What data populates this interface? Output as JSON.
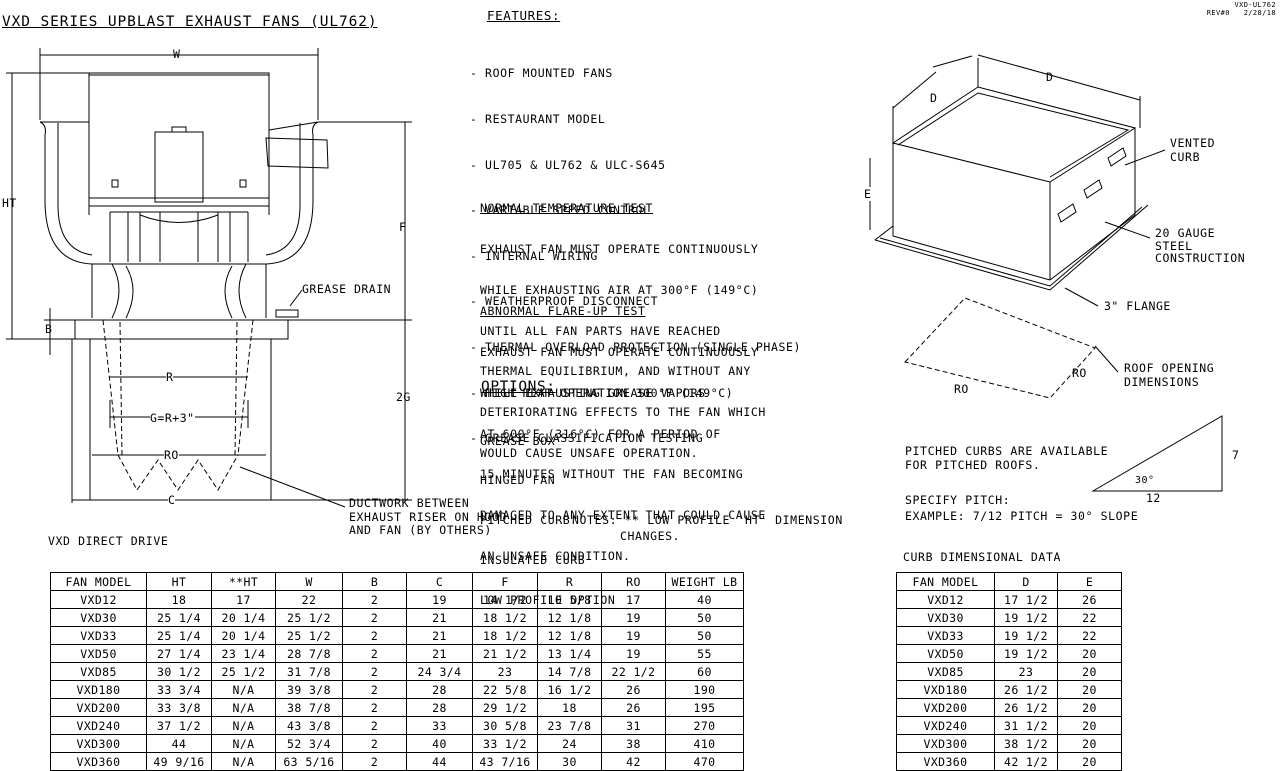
{
  "title": "VXD SERIES UPBLAST EXHAUST FANS (UL762)",
  "rev": {
    "code": "VXD-UL762",
    "rev_date": "REV#0   2/28/18"
  },
  "features": {
    "heading": "FEATURES:",
    "items": [
      "- ROOF MOUNTED FANS",
      "- RESTAURANT MODEL",
      "- UL705 & UL762 & ULC-S645",
      "- VARIABLE SPEED CONTROL",
      "- INTERNAL WIRING",
      "- WEATHERPROOF DISCONNECT",
      "- THERMAL OVERLOAD PROTECTION (SINGLE PHASE)",
      "- HIGH HEAT OPERATION 300°F (149°C)",
      "- GREASE CLASSIFICATION TESTING"
    ]
  },
  "normal_test": {
    "heading": "NORMAL TEMPERATURE TEST",
    "lines": [
      "EXHAUST FAN MUST OPERATE CONTINUOUSLY",
      "WHILE EXHAUSTING AIR AT 300°F (149°C)",
      "UNTIL ALL FAN PARTS HAVE REACHED",
      "THERMAL EQUILIBRIUM, AND WITHOUT ANY",
      "DETERIORATING EFFECTS TO THE FAN WHICH",
      "WOULD CAUSE UNSAFE OPERATION."
    ]
  },
  "abnormal_test": {
    "heading": "ABNORMAL FLARE-UP TEST",
    "lines": [
      "EXHAUST FAN MUST OPERATE CONTINUOUSLY",
      "WHILE EXHAUSTING GREASE VAPORS",
      "AT 600°F (316°C) FOR A PERIOD OF",
      "15 MINUTES WITHOUT THE FAN BECOMING",
      "DAMAGED TO ANY EXTENT THAT COULD CAUSE",
      "AN UNSAFE CONDITION."
    ]
  },
  "options": {
    "heading": "OPTIONS:",
    "items": [
      "GREASE BOX",
      "HINGED FAN",
      "PITCHED CURB",
      "INSULATED CURB",
      "LOW PROFILE OPTION"
    ]
  },
  "notes": {
    "line1": "NOTES: ** LOW PROFILE 'HT' DIMENSION",
    "line2": "CHANGES."
  },
  "fan_diagram": {
    "labels": {
      "W": "W",
      "HT": "HT",
      "F": "F",
      "B": "B",
      "2G": "2G",
      "R": "R",
      "G": "G=R+3\"",
      "RO": "RO",
      "C": "C"
    },
    "grease_drain": "GREASE DRAIN",
    "ductwork": [
      "DUCTWORK BETWEEN",
      "EXHAUST RISER ON HOOD",
      "AND FAN (BY OTHERS)"
    ]
  },
  "curb_diagram": {
    "D1": "D",
    "D2": "D",
    "E": "E",
    "vented": [
      "VENTED",
      "CURB"
    ],
    "gauge": [
      "20 GAUGE",
      "STEEL",
      "CONSTRUCTION"
    ],
    "flange": "3\" FLANGE",
    "RO1": "RO",
    "RO2": "RO",
    "roof_opening": [
      "ROOF OPENING",
      "DIMENSIONS"
    ]
  },
  "pitch": {
    "text1": "PITCHED CURBS ARE AVAILABLE",
    "text2": "FOR PITCHED ROOFS.",
    "specify": "SPECIFY PITCH:",
    "example": "EXAMPLE: 7/12 PITCH = 30° SLOPE",
    "rise": "7",
    "run": "12",
    "angle": "30°"
  },
  "fan_table": {
    "caption": "VXD DIRECT DRIVE",
    "headers": [
      "FAN MODEL",
      "HT",
      "**HT",
      "W",
      "B",
      "C",
      "F",
      "R",
      "RO",
      "WEIGHT LB"
    ],
    "rows": [
      [
        "VXD12",
        "18",
        "17",
        "22",
        "2",
        "19",
        "14 1/2",
        "10 5/8",
        "17",
        "40"
      ],
      [
        "VXD30",
        "25 1/4",
        "20 1/4",
        "25 1/2",
        "2",
        "21",
        "18 1/2",
        "12 1/8",
        "19",
        "50"
      ],
      [
        "VXD33",
        "25 1/4",
        "20 1/4",
        "25 1/2",
        "2",
        "21",
        "18 1/2",
        "12 1/8",
        "19",
        "50"
      ],
      [
        "VXD50",
        "27 1/4",
        "23 1/4",
        "28 7/8",
        "2",
        "21",
        "21 1/2",
        "13 1/4",
        "19",
        "55"
      ],
      [
        "VXD85",
        "30 1/2",
        "25 1/2",
        "31 7/8",
        "2",
        "24 3/4",
        "23",
        "14 7/8",
        "22 1/2",
        "60"
      ],
      [
        "VXD180",
        "33 3/4",
        "N/A",
        "39 3/8",
        "2",
        "28",
        "22 5/8",
        "16 1/2",
        "26",
        "190"
      ],
      [
        "VXD200",
        "33 3/8",
        "N/A",
        "38 7/8",
        "2",
        "28",
        "29 1/2",
        "18",
        "26",
        "195"
      ],
      [
        "VXD240",
        "37 1/2",
        "N/A",
        "43 3/8",
        "2",
        "33",
        "30 5/8",
        "23 7/8",
        "31",
        "270"
      ],
      [
        "VXD300",
        "44",
        "N/A",
        "52 3/4",
        "2",
        "40",
        "33 1/2",
        "24",
        "38",
        "410"
      ],
      [
        "VXD360",
        "49 9/16",
        "N/A",
        "63 5/16",
        "2",
        "44",
        "43 7/16",
        "30",
        "42",
        "470"
      ]
    ]
  },
  "curb_table": {
    "caption": "CURB DIMENSIONAL DATA",
    "headers": [
      "FAN MODEL",
      "D",
      "E"
    ],
    "rows": [
      [
        "VXD12",
        "17 1/2",
        "26"
      ],
      [
        "VXD30",
        "19 1/2",
        "22"
      ],
      [
        "VXD33",
        "19 1/2",
        "22"
      ],
      [
        "VXD50",
        "19 1/2",
        "20"
      ],
      [
        "VXD85",
        "23",
        "20"
      ],
      [
        "VXD180",
        "26 1/2",
        "20"
      ],
      [
        "VXD200",
        "26 1/2",
        "20"
      ],
      [
        "VXD240",
        "31 1/2",
        "20"
      ],
      [
        "VXD300",
        "38 1/2",
        "20"
      ],
      [
        "VXD360",
        "42 1/2",
        "20"
      ]
    ]
  }
}
